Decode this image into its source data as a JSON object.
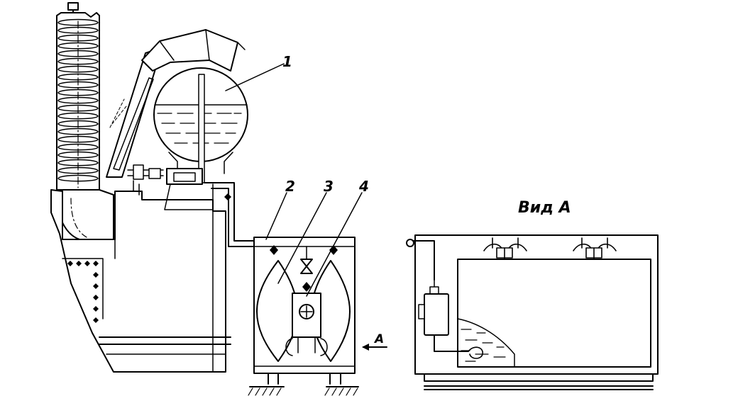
{
  "callouts": {
    "c1": "1",
    "c2": "2",
    "c3": "3",
    "c4": "4"
  },
  "view": {
    "title": "Вид А",
    "arrow_label": "А"
  },
  "colors": {
    "ink": "#000000",
    "paper": "#ffffff"
  }
}
